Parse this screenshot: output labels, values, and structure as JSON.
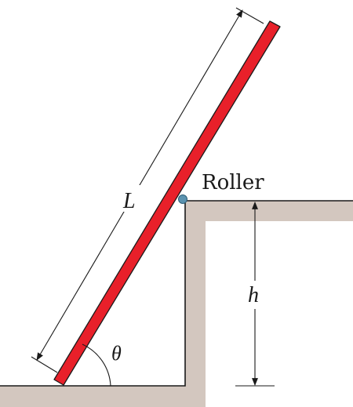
{
  "diagram": {
    "labels": {
      "length": "L",
      "roller": "Roller",
      "height": "h",
      "angle": "θ"
    },
    "colors": {
      "background": "#ffffff",
      "structure": "#d3c7bf",
      "structure_edge": "#1a1a1a",
      "beam": "#e8202a",
      "beam_edge": "#1a1a1a",
      "roller": "#5b93b0",
      "dimension_line": "#1a1a1a",
      "text": "#1a1a1a"
    },
    "icons": {
      "roller": "roller-support-icon"
    }
  }
}
